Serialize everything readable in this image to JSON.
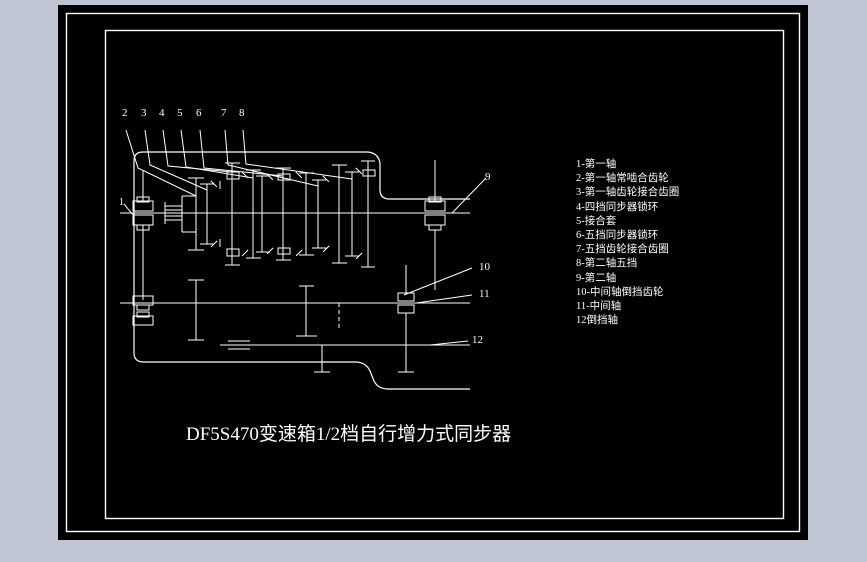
{
  "drawing": {
    "title": "DF5S470变速箱1/2档自行增力式同步器",
    "background_color": "#bfc5d3",
    "sheet_color": "#000000",
    "line_color": "#ffffff"
  },
  "callouts_top": [
    {
      "id": "2",
      "label": "2"
    },
    {
      "id": "3",
      "label": "3"
    },
    {
      "id": "4",
      "label": "4"
    },
    {
      "id": "5",
      "label": "5"
    },
    {
      "id": "6",
      "label": "6"
    },
    {
      "id": "7",
      "label": "7"
    },
    {
      "id": "8",
      "label": "8"
    }
  ],
  "callouts_left": [
    {
      "id": "1",
      "label": "1"
    }
  ],
  "callouts_right": [
    {
      "id": "9",
      "label": "9"
    },
    {
      "id": "10",
      "label": "10"
    },
    {
      "id": "11",
      "label": "11"
    },
    {
      "id": "12",
      "label": "12"
    }
  ],
  "legend": {
    "items": [
      "1-第一轴",
      "2-第一轴常啮合齿轮",
      "3-第一轴齿轮接合齿圈",
      "4-四挡同步器锁环",
      "5-接合套",
      "6-五挡同步器锁环",
      "7-五挡齿轮接合齿圈",
      "8-第二轴五挡",
      "9-第二轴",
      "10-中间轴倒挡齿轮",
      "11-中间轴",
      "12倒挡轴"
    ]
  }
}
